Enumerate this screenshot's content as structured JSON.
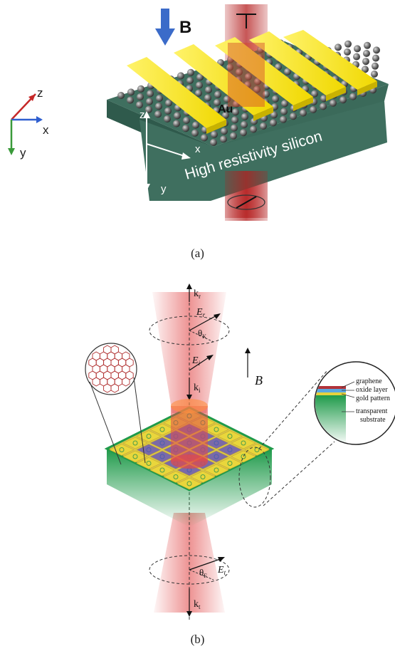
{
  "panel_a": {
    "axes": {
      "z": "z",
      "x": "x",
      "y": "y"
    },
    "field_label": "B",
    "metal_label": "Au",
    "substrate_label": "High resistivity silicon",
    "inner_axes": {
      "z": "z",
      "x": "x",
      "y": "y"
    },
    "caption": "(a)",
    "colors": {
      "substrate": "#3f6f5f",
      "gold": "#f2e20e",
      "beam": "#b41e1e",
      "arrow_b": "#3b6bc9"
    }
  },
  "panel_b": {
    "k_r": "k",
    "k_r_sub": "r",
    "E_r": "E",
    "E_r_sub": "r",
    "theta_K": "θ",
    "theta_K_sub": "K",
    "E_i": "E",
    "E_i_sub": "i",
    "k_i": "k",
    "k_i_sub": "i",
    "B": "B",
    "theta_F": "θ",
    "theta_F_sub": "F",
    "E_t": "E",
    "E_t_sub": "t",
    "k_t": "k",
    "k_t_sub": "t",
    "layers": [
      "graphene",
      "oxide layer",
      "gold pattern"
    ],
    "substrate": [
      "transparent",
      "substrate"
    ],
    "caption": "(b)",
    "colors": {
      "substrate": "#1f9a4a",
      "gold": "#e9d63c",
      "graphene": "#7a6aa8",
      "beam": "#e24a4a"
    }
  }
}
